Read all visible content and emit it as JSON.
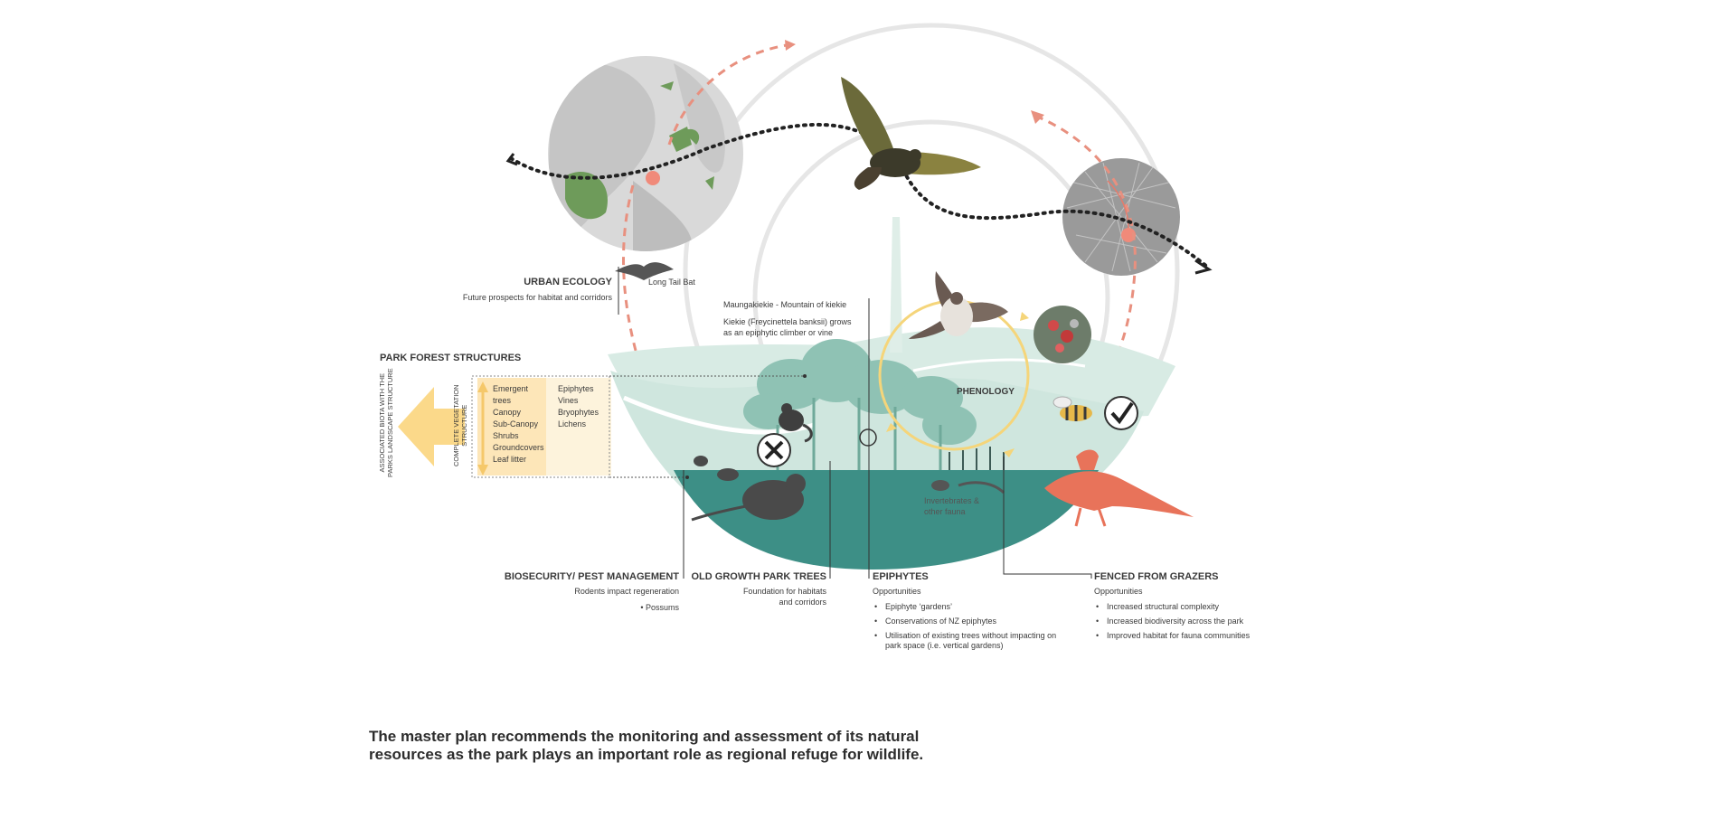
{
  "urban_ecology": {
    "title": "URBAN ECOLOGY",
    "subtitle": "Future prospects for habitat and corridors",
    "bat_label": "Long Tail Bat"
  },
  "maungakiekie": {
    "line1": "Maungakiekie - Mountain of kiekie",
    "line2a": "Kiekie (Freycinettela banksii) grows",
    "line2b": "as an epiphytic climber or vine"
  },
  "park_forest": {
    "title": "PARK FOREST STRUCTURES",
    "side_label_a": "ASSOCIATED BIOTA WITH THE",
    "side_label_b": "PARKS LANDSCAPE STRUCTURE",
    "complete_a": "COMPLETE VEGETATION",
    "complete_b": "STRUCTURE",
    "layers": [
      "Emergent",
      "trees",
      "Canopy",
      "Sub-Canopy",
      "Shrubs",
      "Groundcovers",
      "Leaf litter"
    ],
    "plants": [
      "Epiphytes",
      "Vines",
      "Bryophytes",
      "Lichens"
    ]
  },
  "phenology": {
    "label": "PHENOLOGY"
  },
  "invertebrates": {
    "line1": "Invertebrates &",
    "line2": "other fauna"
  },
  "biosecurity": {
    "title": "BIOSECURITY/ PEST MANAGEMENT",
    "line1": "Rodents impact regeneration",
    "bullet": "Possums"
  },
  "old_growth": {
    "title": "OLD GROWTH PARK TREES",
    "line1": "Foundation for habitats",
    "line2": "and corridors"
  },
  "epiphytes": {
    "title": "EPIPHYTES",
    "sub": "Opportunities",
    "bullets": [
      "Epiphyte ‘gardens’",
      "Conservations of NZ epiphytes",
      "Utilisation of existing trees without impacting on park space (i.e. vertical gardens)"
    ]
  },
  "fenced": {
    "title": "FENCED FROM GRAZERS",
    "sub": "Opportunities",
    "bullets": [
      "Increased structural complexity",
      "Increased biodiversity across the park",
      "Improved habitat for fauna communities"
    ]
  },
  "caption": {
    "line1": "The master plan recommends the monitoring and assessment of its natural",
    "line2": "resources as the park plays an important role as regional refuge for wildlife."
  },
  "colors": {
    "teal_dark": "#3d8f86",
    "teal_light": "#d7ebe4",
    "coral": "#e8735a",
    "salmon_dot": "#f08a7a",
    "yellow": "#f5d57a",
    "yellow_pale": "#fdf3dc",
    "dark_silhouette": "#4a4a4a",
    "map_green": "#6e9b5a"
  },
  "icons": [
    "globe-map-icon",
    "city-map-icon",
    "kaka-bird-icon",
    "kereru-pigeon-icon",
    "bat-icon",
    "possum-icon",
    "rat-icon",
    "mouse-icon",
    "pheasant-icon",
    "bee-icon",
    "lizard-icon",
    "flower-photo-icon",
    "cross-icon",
    "check-icon",
    "arrow-left-icon"
  ]
}
